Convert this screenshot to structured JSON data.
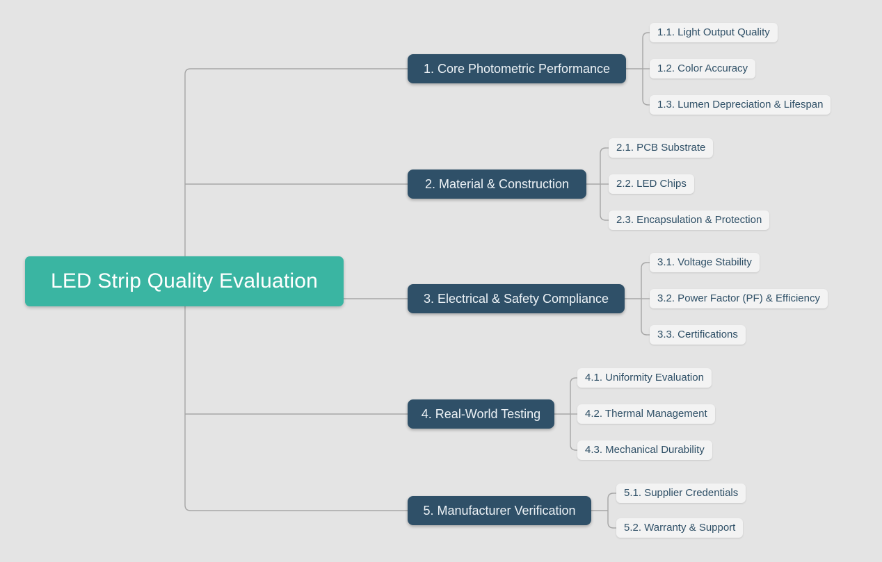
{
  "map": {
    "root": {
      "label": "LED Strip Quality Evaluation"
    },
    "branches": [
      {
        "label": "1. Core Photometric Performance",
        "children": [
          {
            "label": "1.1. Light Output Quality"
          },
          {
            "label": "1.2. Color Accuracy"
          },
          {
            "label": "1.3. Lumen Depreciation & Lifespan"
          }
        ]
      },
      {
        "label": "2. Material & Construction",
        "children": [
          {
            "label": "2.1. PCB Substrate"
          },
          {
            "label": "2.2. LED Chips"
          },
          {
            "label": "2.3. Encapsulation & Protection"
          }
        ]
      },
      {
        "label": "3. Electrical & Safety Compliance",
        "children": [
          {
            "label": "3.1. Voltage Stability"
          },
          {
            "label": "3.2. Power Factor (PF) & Efficiency"
          },
          {
            "label": "3.3. Certifications"
          }
        ]
      },
      {
        "label": "4. Real-World Testing",
        "children": [
          {
            "label": "4.1. Uniformity Evaluation"
          },
          {
            "label": "4.2. Thermal Management"
          },
          {
            "label": "4.3. Mechanical Durability"
          }
        ]
      },
      {
        "label": "5. Manufacturer Verification",
        "children": [
          {
            "label": "5.1. Supplier Credentials"
          },
          {
            "label": "5.2. Warranty & Support"
          }
        ]
      }
    ],
    "colors": {
      "canvas_bg": "#e4e4e4",
      "root_bg": "#3ab5a2",
      "branch_bg": "#2f5068",
      "child_bg": "#f3f3f3",
      "child_text": "#2e4f66",
      "connector": "#a6a6a6"
    }
  }
}
